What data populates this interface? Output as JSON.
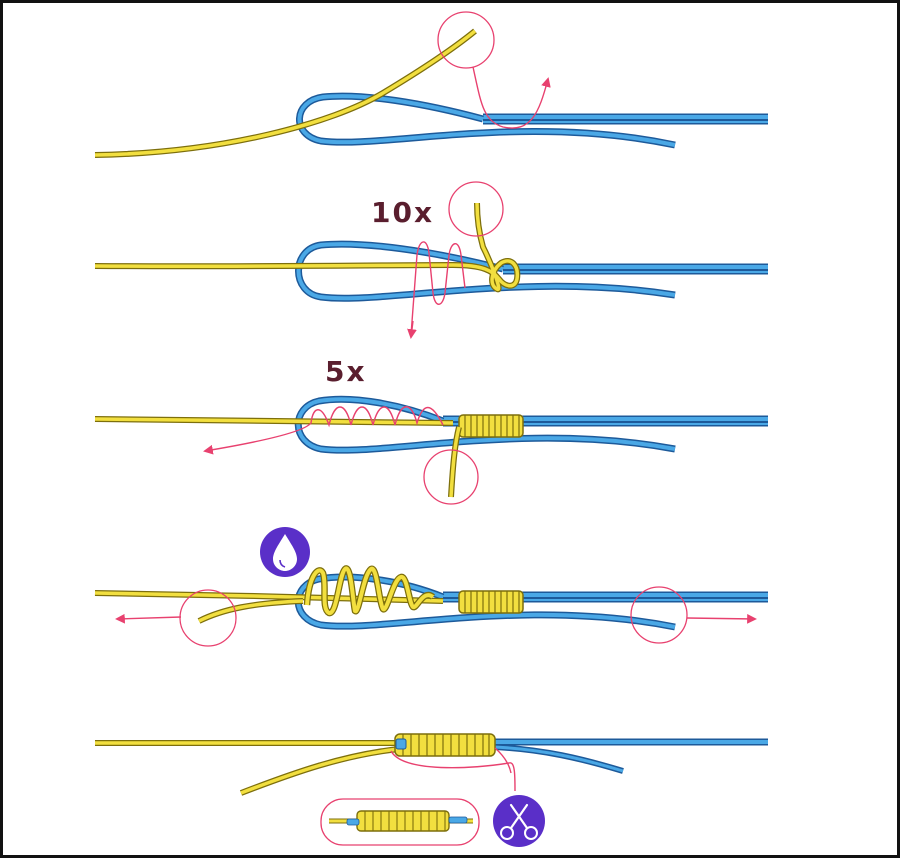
{
  "colors": {
    "yellow_line": "#f2df3f",
    "yellow_outline": "#7d6f0c",
    "blue_line": "#4aa8e6",
    "blue_outline": "#1d5a9a",
    "accent_pink": "#e8416f",
    "marker_fill": "#5a2fc8",
    "label_color": "#5a1e2e"
  },
  "steps": [
    {
      "step": 1,
      "label": ""
    },
    {
      "step": 2,
      "label": "10x"
    },
    {
      "step": 3,
      "label": "5x"
    },
    {
      "step": 4,
      "label": "",
      "icon": "water-drop-icon"
    },
    {
      "step": 5,
      "label": "",
      "icon": "scissors-icon"
    }
  ]
}
